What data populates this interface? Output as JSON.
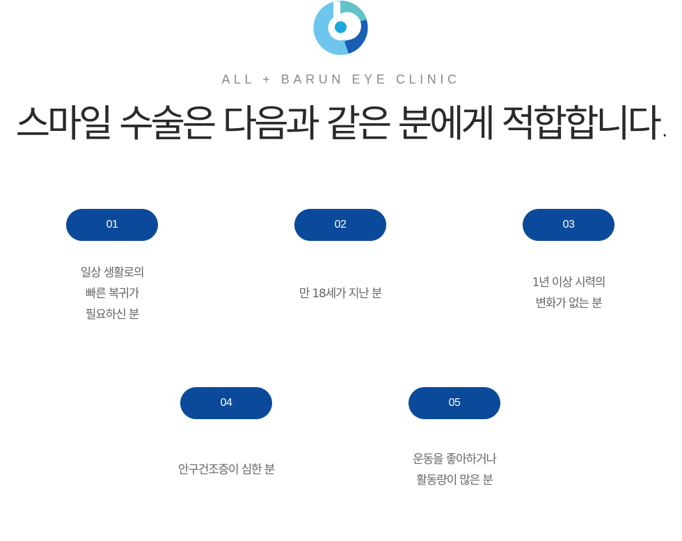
{
  "header": {
    "clinic_name": "ALL + BARUN EYE CLINIC",
    "headline": "스마일 수술은 다음과 같은 분에게 적합합니다."
  },
  "colors": {
    "badge": "#0b4a9a",
    "logo_dark": "#1a5fb4",
    "logo_light": "#6ec6ee",
    "logo_teal": "#5fc3c8",
    "logo_center": "#1aa9dc"
  },
  "items": [
    {
      "number": "01",
      "lines": [
        "일상 생활로의",
        "빠른 복귀가",
        "필요하신 분"
      ]
    },
    {
      "number": "02",
      "lines": [
        "만 18세가 지난 분"
      ]
    },
    {
      "number": "03",
      "lines": [
        "1년 이상 시력의",
        "변화가 없는 분"
      ]
    },
    {
      "number": "04",
      "lines": [
        "안구건조증이 심한 분"
      ]
    },
    {
      "number": "05",
      "lines": [
        "운동을 좋아하거나",
        "활동량이 많은 분"
      ]
    }
  ]
}
